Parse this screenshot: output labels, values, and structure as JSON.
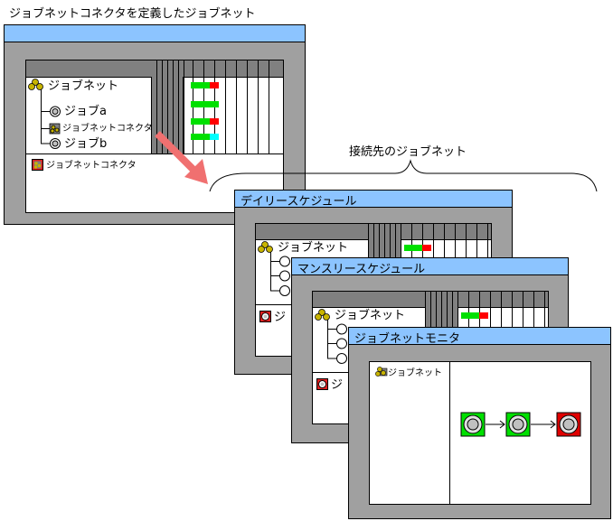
{
  "captions": {
    "main": "ジョブネットコネクタを定義したジョブネット",
    "connected": "接続先のジョブネット"
  },
  "window_main": {
    "tree": {
      "root": "ジョブネット",
      "job_a": "ジョブa",
      "connector": "ジョブネットコネクタ",
      "job_b": "ジョブb"
    },
    "bottom_item": "ジョブネットコネクタ"
  },
  "window_daily": {
    "title": "デイリースケジュール",
    "tree_root": "ジョブネット",
    "bottom_item": "ジ"
  },
  "window_monthly": {
    "title": "マンスリースケジュール",
    "tree_root": "ジョブネット",
    "bottom_item": "ジ"
  },
  "window_monitor": {
    "title": "ジョブネットモニタ",
    "tree_root": "ジョブネット"
  },
  "colors": {
    "title_bar": "#8cc4ff",
    "frame": "#a0a0a0",
    "header_gray": "#808080",
    "status_green": "#00e000",
    "status_red": "#ff0000",
    "status_cyan": "#00ffff",
    "arrow": "#f07070"
  }
}
